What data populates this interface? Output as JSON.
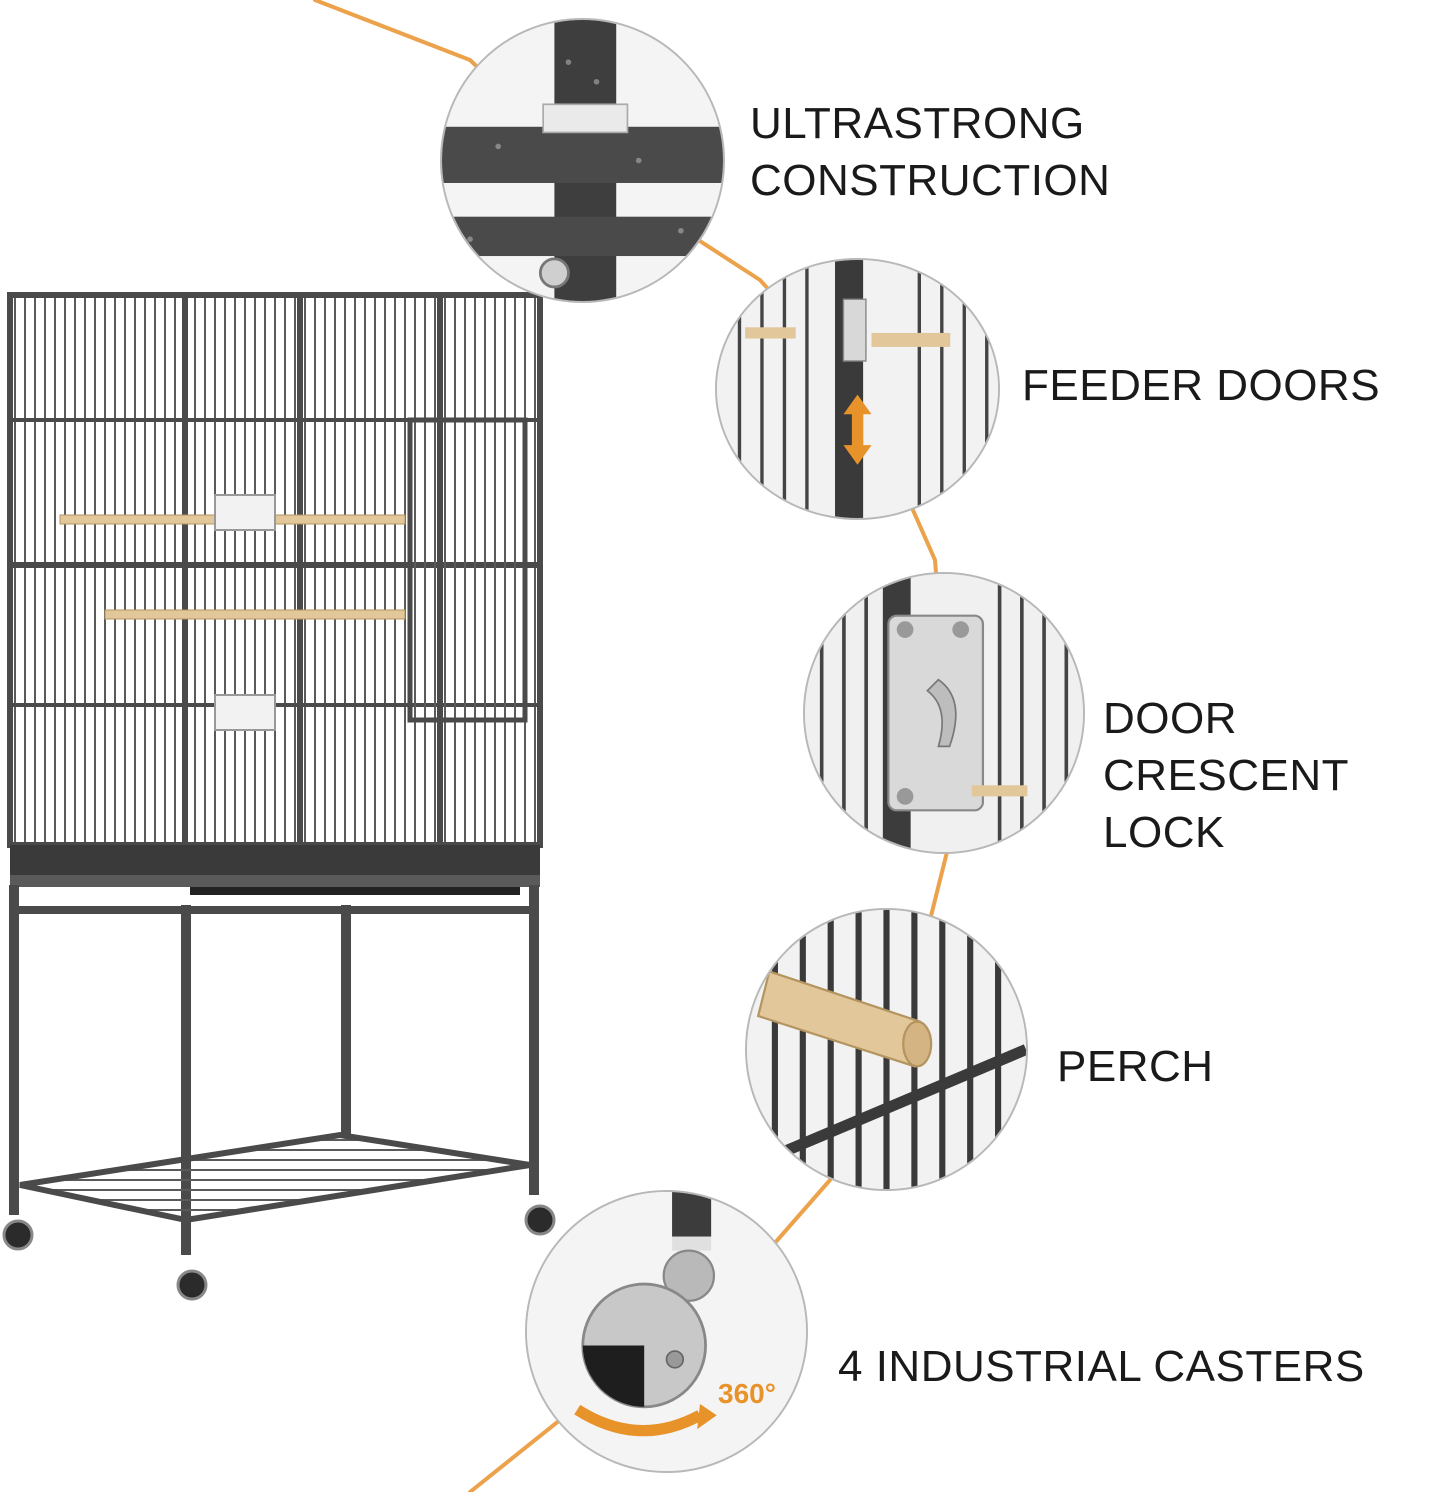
{
  "features": [
    {
      "label": "ULTRASTRONG CONSTRUCTION",
      "icon": "frame-joint-closeup"
    },
    {
      "label": "FEEDER DOORS",
      "icon": "feeder-door-closeup"
    },
    {
      "label": "DOOR CRESCENT",
      "label_line2": "LOCK",
      "icon": "crescent-lock-closeup"
    },
    {
      "label": "PERCH",
      "icon": "wooden-perch-closeup"
    },
    {
      "label": "4 INDUSTRIAL CASTERS",
      "icon": "caster-wheel-closeup"
    }
  ],
  "caster_badge": "360°",
  "colors": {
    "accent": "#e8922a",
    "frame": "#4a4a4a",
    "wood": "#e2c79a"
  }
}
